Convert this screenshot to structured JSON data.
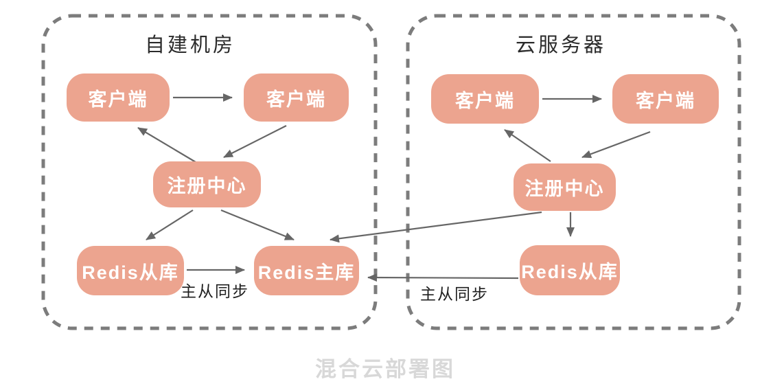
{
  "caption": "混合云部署图",
  "groups": [
    {
      "title": "自建机房",
      "nodes": [
        {
          "id": "client-a",
          "label": "客户端"
        },
        {
          "id": "client-b",
          "label": "客户端"
        },
        {
          "id": "registry",
          "label": "注册中心"
        },
        {
          "id": "redis-slave",
          "label": "Redis从库"
        },
        {
          "id": "redis-master",
          "label": "Redis主库"
        }
      ],
      "sync_label": "主从同步"
    },
    {
      "title": "云服务器",
      "nodes": [
        {
          "id": "client-a",
          "label": "客户端"
        },
        {
          "id": "client-b",
          "label": "客户端"
        },
        {
          "id": "registry",
          "label": "注册中心"
        },
        {
          "id": "redis-slave",
          "label": "Redis从库"
        }
      ],
      "sync_label": "主从同步"
    }
  ],
  "colors": {
    "node_fill": "#ECA48F",
    "node_text": "#FFFFFF",
    "container_border": "#7C7C7C",
    "arrow": "#666666",
    "title_text": "#2B2B2B",
    "sync_label_text": "#1E1E1E",
    "caption_text": "#D8D8D8"
  }
}
